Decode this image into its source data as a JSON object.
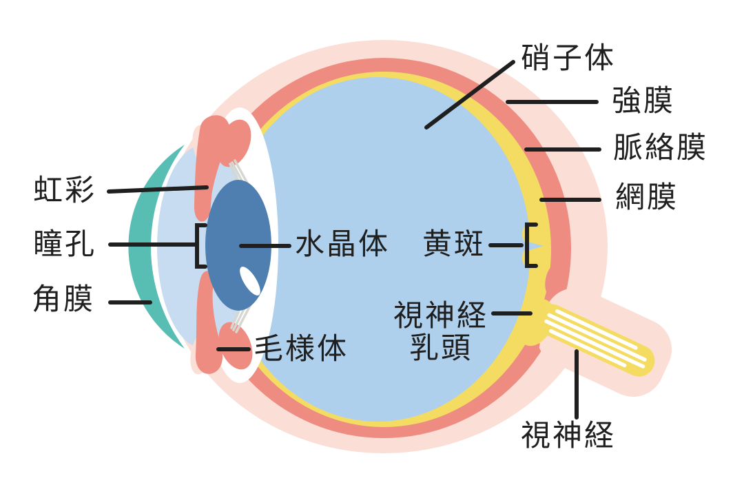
{
  "colors": {
    "background": "#ffffff",
    "sclera_pale_pink": "#fbded6",
    "choroid_salmon": "#ee8c81",
    "retina_yellow": "#f4dc62",
    "vitreous_blue": "#aed0ec",
    "anterior_chamber_blue": "#c7dcf1",
    "cornea_teal": "#58beb3",
    "lens_blue": "#4e7fb0",
    "zonule_gray": "#d7d7d2",
    "highlight_white": "#ffffff",
    "label_ink": "#1f1f1f"
  },
  "labels": {
    "iris": "虹彩",
    "pupil": "瞳孔",
    "cornea": "角膜",
    "lens": "水晶体",
    "ciliary_body": "毛様体",
    "macula": "黄斑",
    "optic_disc_line1": "視神経",
    "optic_disc_line2": "乳頭",
    "vitreous_body": "硝子体",
    "sclera": "強膜",
    "choroid": "脈絡膜",
    "retina": "網膜",
    "optic_nerve": "視神経"
  }
}
